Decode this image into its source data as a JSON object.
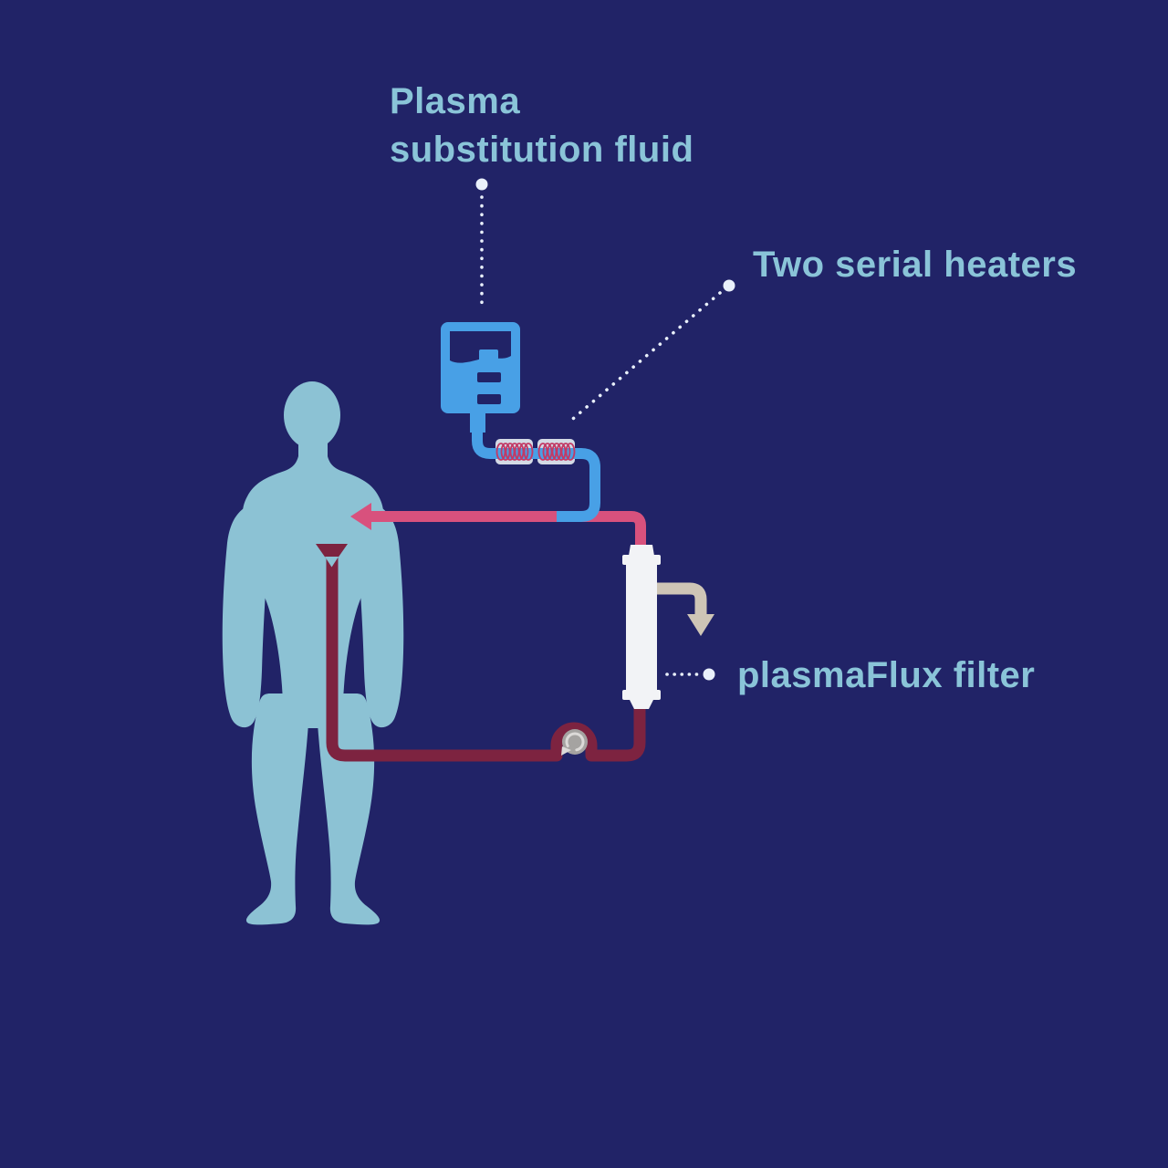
{
  "labels": {
    "plasma_fluid_line1": "Plasma",
    "plasma_fluid_line2": "substitution fluid",
    "heaters": "Two serial heaters",
    "filter": "plasmaFlux filter"
  },
  "colors": {
    "background": "#212367",
    "body": "#8CC2D4",
    "label_text": "#8AC4D8",
    "return_line_pink": "#D8517D",
    "draw_line_maroon": "#7D2340",
    "substitution_blue": "#48A0E6",
    "plasma_outlet_beige": "#CEC5B6",
    "filter_white": "#F2F3F6",
    "heater_casing": "#E2E8EF",
    "heater_coil": "#C23A66",
    "pump_gray": "#A5A3A1",
    "pump_ring": "#DCDAD8",
    "connector_dots": "#E9F0FB"
  }
}
